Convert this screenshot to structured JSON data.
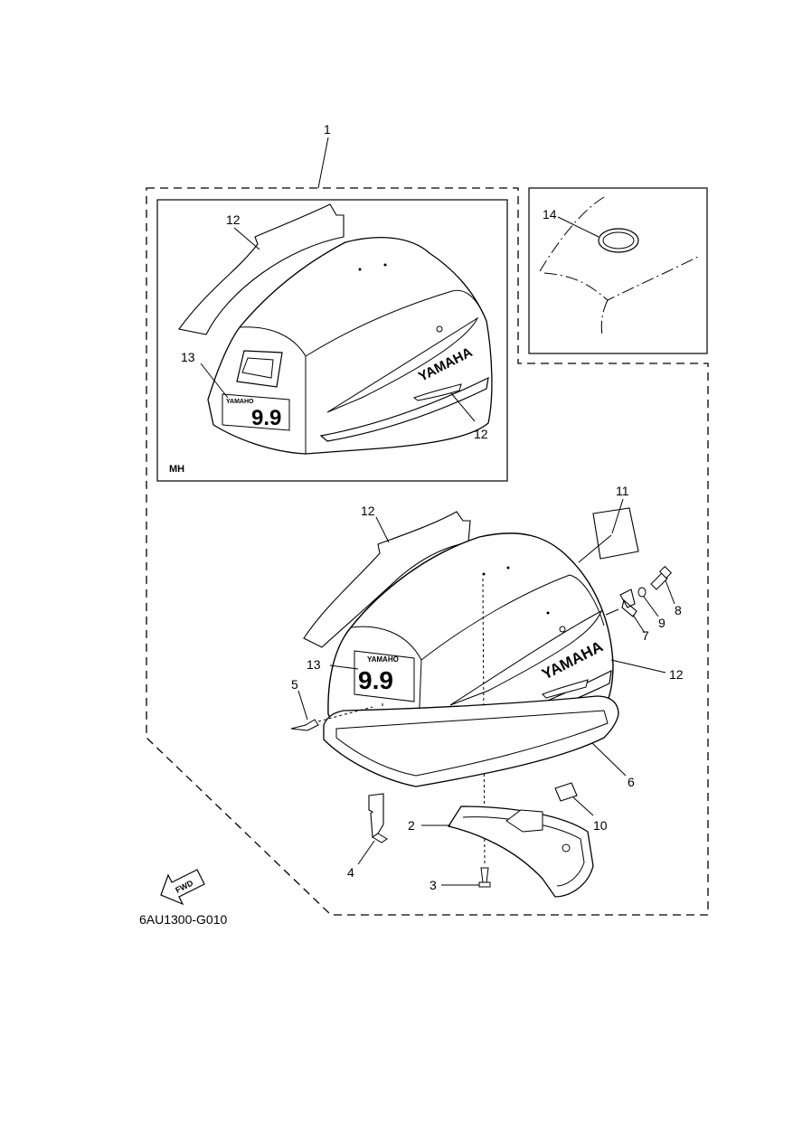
{
  "callouts": {
    "c1": "1",
    "c2": "2",
    "c3": "3",
    "c4": "4",
    "c5": "5",
    "c6": "6",
    "c7": "7",
    "c8": "8",
    "c9": "9",
    "c10": "10",
    "c11": "11",
    "c12_inset_top": "12",
    "c12_inset_side": "12",
    "c12_main_top": "12",
    "c12_main_side": "12",
    "c13_inset": "13",
    "c13_main": "13",
    "c14": "14"
  },
  "labels": {
    "inset_variant": "MH",
    "brand": "YAMAHA",
    "model": "9.9",
    "badge_small": "YAMAHO",
    "fwd": "FWD",
    "drawing_code": "6AU1300-G010"
  },
  "colors": {
    "line": "#000000",
    "background": "#ffffff",
    "frame": "#333333"
  },
  "icons": [
    "fwd-arrow-icon"
  ]
}
